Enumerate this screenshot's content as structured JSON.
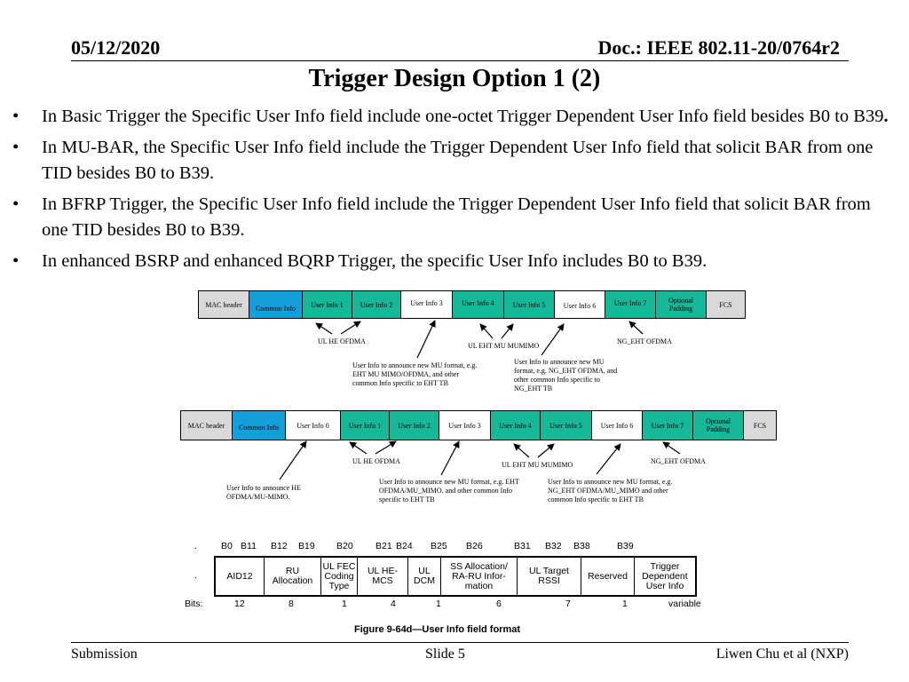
{
  "header": {
    "date": "05/12/2020",
    "doc": "Doc.: IEEE 802.11-20/0764r2"
  },
  "title": "Trigger Design Option 1 (2)",
  "bullets": [
    {
      "marker": "•",
      "text": "In Basic Trigger the Specific User Info field include one-octet Trigger Dependent User Info field besides B0 to B39",
      "suffix": "."
    },
    {
      "marker": "•",
      "text": "In MU-BAR, the Specific User Info field include the Trigger Dependent User Info field that solicit BAR from one TID besides B0 to B39.",
      "suffix": ""
    },
    {
      "marker": "•",
      "text": "In BFRP Trigger, the Specific User Info field include the Trigger Dependent User Info field that solicit BAR from one TID besides B0 to B39.",
      "suffix": ""
    },
    {
      "marker": "•",
      "text": "In enhanced BSRP and enhanced BQRP Trigger, the specific User Info includes B0 to B39.",
      "suffix": ""
    }
  ],
  "diagram1": {
    "fields": [
      "MAC header",
      "Common Info",
      "User Info 1",
      "User Info 2",
      "User Info 3",
      "User Info 4",
      "User Info 5",
      "User Info 6",
      "User Info 7",
      "Optional Padding",
      "FCS"
    ],
    "labels": {
      "ul_he": "UL HE OFDMA",
      "ul_eht": "UL EHT MU MUMIMO",
      "ng_eht": "NG_EHT OFDMA",
      "note1": "User Info to announce new MU format, e.g. EHT MU MIMO/OFDMA, and other common Info specific to EHT TB",
      "note2": "User Info to announce new MU format, e.g. NG_EHT OFDMA, and other common Info specific to NG_EHT TB"
    }
  },
  "diagram2": {
    "fields": [
      "MAC header",
      "Common Info",
      "User Info 0",
      "User Info 1",
      "User Info 2",
      "User Info 3",
      "User Info 4",
      "User Info 5",
      "User Info 6",
      "User Info 7",
      "Optional Padding",
      "FCS"
    ],
    "labels": {
      "ul_he": "UL HE OFDMA",
      "ul_eht": "UL EHT MU MUMIMO",
      "ng_eht": "NG_EHT OFDMA",
      "note0": "User Info to announce HE OFDMA/MU-MIMO.",
      "note1": "User Info to announce new MU format, e.g. EHT OFDMA/MU_MIMO. and other common Info specific to EHT TB",
      "note2": "User Info to announce new MU format, e.g. NG_EHT OFDMA/MU_MIMO and other common Info specific to EHT TB"
    }
  },
  "user_info_format": {
    "bit_positions": [
      "B0",
      "B11",
      "B12",
      "B19",
      "B20",
      "B21",
      "B24",
      "B25",
      "B26",
      "B31",
      "B32",
      "B38",
      "B39"
    ],
    "fields": [
      "AID12",
      "RU Allocation",
      "UL FEC Coding Type",
      "UL HE-MCS",
      "UL DCM",
      "SS Allocation/ RA-RU Infor-mation",
      "UL Target RSSI",
      "Reserved",
      "Trigger Dependent User Info"
    ],
    "bits_label": "Bits:",
    "bits": [
      "12",
      "8",
      "1",
      "4",
      "1",
      "6",
      "7",
      "1",
      "variable"
    ],
    "caption": "Figure 9-64d—User Info field format",
    "dot": "."
  },
  "footer": {
    "left": "Submission",
    "center": "Slide 5",
    "right": "Liwen Chu et al (NXP)"
  }
}
